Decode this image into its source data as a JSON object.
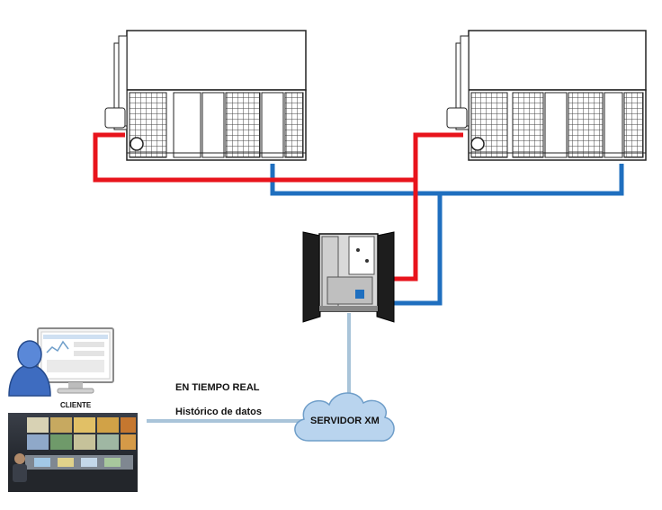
{
  "labels": {
    "realtime": "EN TIEMPO REAL",
    "history": "Histórico de datos",
    "client": "CLIENTE",
    "server": "SERVIDOR XM"
  },
  "colors": {
    "supply_pipe": "#e8141c",
    "return_pipe": "#1f6fbf",
    "data_link": "#a9c4d9",
    "cloud_fill": "#b9d4ee",
    "cloud_stroke": "#6f9ec9"
  },
  "nodes": {
    "chillers": [
      "chiller-unit-left",
      "chiller-unit-right"
    ],
    "cabinet": "control-cabinet",
    "server": "cloud-server-icon",
    "client": [
      "client-monitor-icon",
      "user-avatar-icon",
      "control-room-photo"
    ]
  }
}
